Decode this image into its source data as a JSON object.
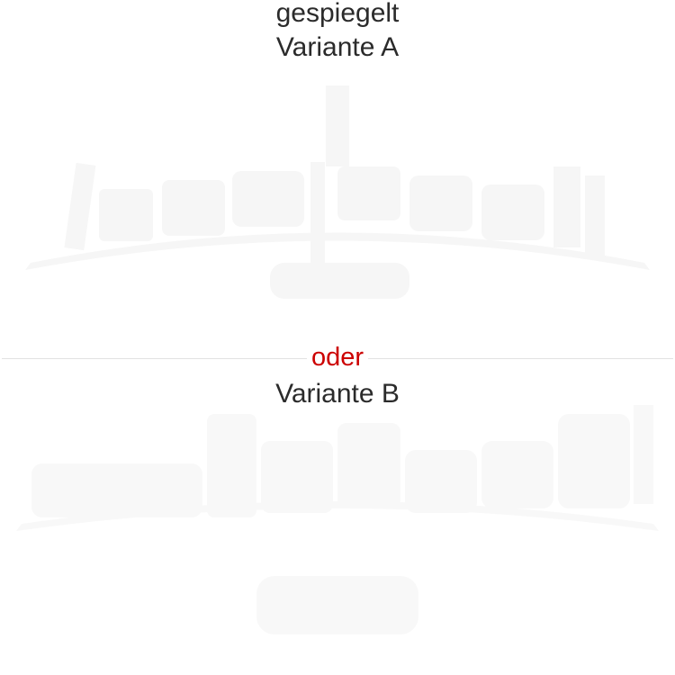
{
  "top_caption": "gespiegelt",
  "variant_a_label": "Variante A",
  "separator_label": "oder",
  "variant_b_label": "Variante B",
  "colors": {
    "text": "#2b2b2b",
    "separator_text": "#cc0000",
    "divider": "#e2e2e2",
    "ghost_artwork": "#f5f5f5"
  }
}
